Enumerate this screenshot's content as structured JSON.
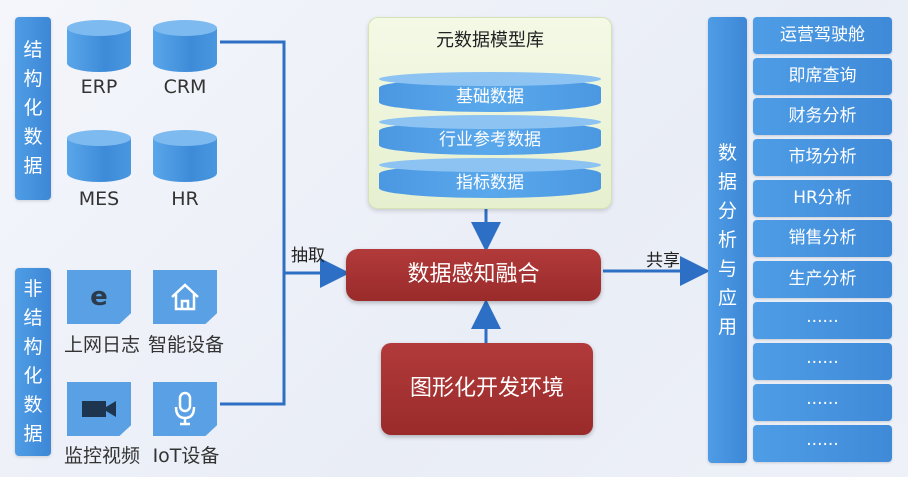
{
  "structured": {
    "label": "结构化数据",
    "systems": [
      "ERP",
      "CRM",
      "MES",
      "HR"
    ]
  },
  "unstructured": {
    "label": "非结构化数据",
    "sources": [
      "上网日志",
      "智能设备",
      "监控视频",
      "IoT设备"
    ],
    "icons": [
      "e-document-icon",
      "home-icon",
      "video-camera-icon",
      "microphone-icon"
    ]
  },
  "metadata_repo": {
    "title": "元数据模型库",
    "layers": [
      "基础数据",
      "行业参考数据",
      "指标数据"
    ]
  },
  "extract_label": "抽取",
  "share_label": "共享",
  "fusion": "数据感知融合",
  "env": "图形化开发环境",
  "analysis": {
    "label": "数据分析与应用",
    "items": [
      "运营驾驶舱",
      "即席查询",
      "财务分析",
      "市场分析",
      "HR分析",
      "销售分析",
      "生产分析",
      "......",
      "......",
      "......",
      "......"
    ]
  },
  "colors": {
    "blue": "#3d87d6",
    "red": "#9a2b2b",
    "line": "#2d6fc4"
  }
}
